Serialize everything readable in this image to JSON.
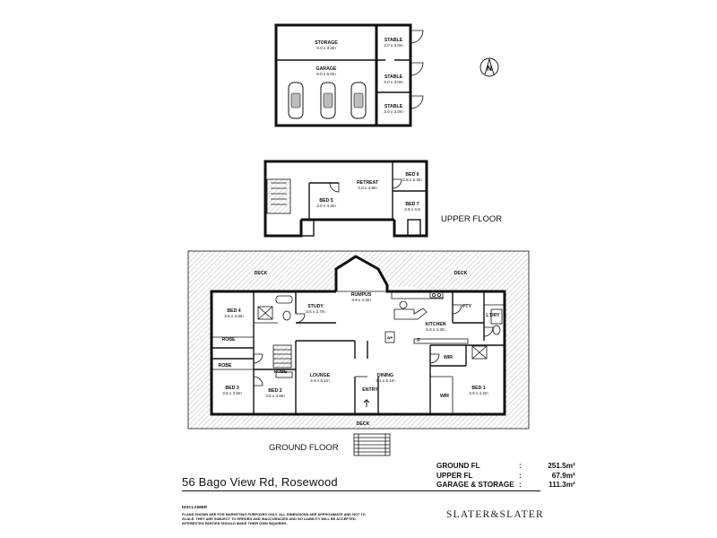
{
  "floors": {
    "upper": "UPPER FLOOR",
    "ground": "GROUND FLOOR"
  },
  "rooms": {
    "storage": {
      "name": "STORAGE",
      "dim": "9.0 x 3.3m"
    },
    "garage": {
      "name": "GARAGE",
      "dim": "9.0 x 6.0m"
    },
    "stable1": {
      "name": "STABLE",
      "dim": "3.0 x 3.0m"
    },
    "stable2": {
      "name": "STABLE",
      "dim": "3.0 x 3.0m"
    },
    "stable3": {
      "name": "STABLE",
      "dim": "3.0 x 3.0m"
    },
    "retreat": {
      "name": "RETREAT",
      "dim": "4.0 x 4.8m"
    },
    "bed5": {
      "name": "BED 5",
      "dim": "3.0 x 4.2m"
    },
    "bed6": {
      "name": "BED 6",
      "dim": "2.8 x 2.3m"
    },
    "bed7": {
      "name": "BED 7",
      "dim": "2.9 x 3.8"
    },
    "rumpus": {
      "name": "RUMPUS",
      "dim": "3.9 x 4.3m"
    },
    "study": {
      "name": "STUDY",
      "dim": "3.5 x 2.7m"
    },
    "bed4": {
      "name": "BED 4",
      "dim": "3.5 x 3.6m"
    },
    "kitchen": {
      "name": "KITCHEN",
      "dim": "5.3 x 4.3m"
    },
    "lounge": {
      "name": "LOUNGE",
      "dim": "4.9 x 5.1m"
    },
    "dining": {
      "name": "DINING",
      "dim": "4.1 x 5.1m"
    },
    "bed1": {
      "name": "BED 1",
      "dim": "3.9 x 4.2m"
    },
    "bed3": {
      "name": "BED 3",
      "dim": "3.5 x 3.6m"
    },
    "bed2": {
      "name": "BED 2",
      "dim": "3.5 x 3.6m"
    }
  },
  "labels": {
    "deck_left": "DECK",
    "deck_right": "DECK",
    "deck_front": "DECK",
    "entry": "ENTRY",
    "robe1": "ROBE",
    "robe2": "ROBE",
    "robe3": "ROBE",
    "wir1": "WIR",
    "wir2": "WIR",
    "pty": "PTY",
    "ldry": "L'DRY",
    "f": "F",
    "wp": "WP",
    "north": "N"
  },
  "address": "56 Bago View Rd, Rosewood",
  "areas": [
    {
      "label": "GROUND FL",
      "sep": ":",
      "value": "251.5m²"
    },
    {
      "label": "UPPER FL",
      "sep": ":",
      "value": "67.9m²"
    },
    {
      "label": "GARAGE & STORAGE",
      "sep": ":",
      "value": "111.3m²"
    }
  ],
  "disclaimer": {
    "title": "DISCLAIMER",
    "text": "PLANS SHOWN ARE FOR MARKETING PURPOSES ONLY. ALL DIMENSIONS ARE APPROXIMATE AND NOT TO SCALE. THEY ARE SUBJECT TO ERRORS AND INACCURACIES AND NO LIABILITY WILL BE ACCEPTED. INTERESTED PARTIES SHOULD MAKE THEIR OWN INQUIRIES."
  },
  "brand": "SLATER&SLATER"
}
